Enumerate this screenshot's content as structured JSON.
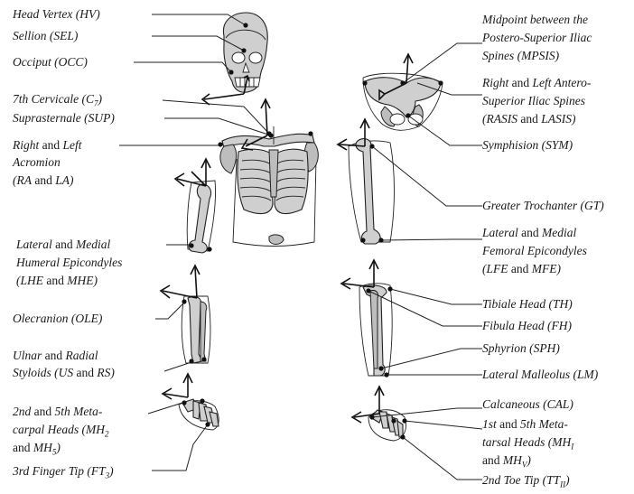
{
  "left_labels": [
    {
      "id": "hv",
      "lines": [
        [
          "it",
          "Head Vertex (HV)"
        ]
      ]
    },
    {
      "id": "sel",
      "lines": [
        [
          "it",
          "Sellion (SEL)"
        ]
      ]
    },
    {
      "id": "occ",
      "lines": [
        [
          "it",
          "Occiput (OCC)"
        ]
      ]
    },
    {
      "id": "c7",
      "lines": [
        [
          "it",
          "7th Cervicale (C"
        ],
        [
          "sub",
          "7"
        ],
        [
          "it",
          ")"
        ]
      ]
    },
    {
      "id": "sup",
      "lines": [
        [
          "it",
          "Suprasternale (SUP)"
        ]
      ]
    },
    {
      "id": "acr1",
      "lines": [
        [
          "it",
          "Right"
        ],
        [
          "n",
          " and "
        ],
        [
          "it",
          "Left"
        ]
      ]
    },
    {
      "id": "acr2",
      "lines": [
        [
          "it",
          "Acromion"
        ]
      ]
    },
    {
      "id": "acr3",
      "lines": [
        [
          "it",
          "(RA"
        ],
        [
          "n",
          " and "
        ],
        [
          "it",
          "LA)"
        ]
      ]
    },
    {
      "id": "lhe1",
      "lines": [
        [
          "it",
          "Lateral"
        ],
        [
          "n",
          " and "
        ],
        [
          "it",
          "Medial"
        ]
      ]
    },
    {
      "id": "lhe2",
      "lines": [
        [
          "it",
          "Humeral Epicondyles"
        ]
      ]
    },
    {
      "id": "lhe3",
      "lines": [
        [
          "it",
          "(LHE"
        ],
        [
          "n",
          " and "
        ],
        [
          "it",
          "MHE)"
        ]
      ]
    },
    {
      "id": "ole",
      "lines": [
        [
          "it",
          "Olecranion (OLE)"
        ]
      ]
    },
    {
      "id": "us1",
      "lines": [
        [
          "it",
          "Ulnar"
        ],
        [
          "n",
          " and "
        ],
        [
          "it",
          "Radial"
        ]
      ]
    },
    {
      "id": "us2",
      "lines": [
        [
          "it",
          "Styloids (US"
        ],
        [
          "n",
          " and "
        ],
        [
          "it",
          "RS)"
        ]
      ]
    },
    {
      "id": "mh1",
      "lines": [
        [
          "it",
          "2nd"
        ],
        [
          "n",
          " and "
        ],
        [
          "it",
          "5th Meta-"
        ]
      ]
    },
    {
      "id": "mh2",
      "lines": [
        [
          "it",
          "carpal Heads (MH"
        ],
        [
          "sub",
          "2"
        ]
      ]
    },
    {
      "id": "mh3",
      "lines": [
        [
          "n",
          "and "
        ],
        [
          "it",
          "MH"
        ],
        [
          "sub",
          "5"
        ],
        [
          "it",
          ")"
        ]
      ]
    },
    {
      "id": "ft3",
      "lines": [
        [
          "it",
          "3rd Finger Tip (FT"
        ],
        [
          "sub",
          "3"
        ],
        [
          "it",
          ")"
        ]
      ]
    }
  ],
  "right_labels": [
    {
      "id": "mps1",
      "lines": [
        [
          "it",
          "Midpoint between the"
        ]
      ]
    },
    {
      "id": "mps2",
      "lines": [
        [
          "it",
          "Postero-Superior Iliac"
        ]
      ]
    },
    {
      "id": "mps3",
      "lines": [
        [
          "it",
          "Spines (MPSIS)"
        ]
      ]
    },
    {
      "id": "ras1",
      "lines": [
        [
          "it",
          "Right"
        ],
        [
          "n",
          " and "
        ],
        [
          "it",
          "Left Antero-"
        ]
      ]
    },
    {
      "id": "ras2",
      "lines": [
        [
          "it",
          "Superior Iliac Spines"
        ]
      ]
    },
    {
      "id": "ras3",
      "lines": [
        [
          "it",
          "(RASIS"
        ],
        [
          "n",
          " and "
        ],
        [
          "it",
          "LASIS)"
        ]
      ]
    },
    {
      "id": "sym",
      "lines": [
        [
          "it",
          "Symphision (SYM)"
        ]
      ]
    },
    {
      "id": "gt",
      "lines": [
        [
          "it",
          "Greater Trochanter (GT)"
        ]
      ]
    },
    {
      "id": "lfe1",
      "lines": [
        [
          "it",
          "Lateral"
        ],
        [
          "n",
          " and "
        ],
        [
          "it",
          "Medial"
        ]
      ]
    },
    {
      "id": "lfe2",
      "lines": [
        [
          "it",
          "Femoral Epicondyles"
        ]
      ]
    },
    {
      "id": "lfe3",
      "lines": [
        [
          "it",
          "(LFE"
        ],
        [
          "n",
          " and "
        ],
        [
          "it",
          "MFE)"
        ]
      ]
    },
    {
      "id": "th",
      "lines": [
        [
          "it",
          "Tibiale Head (TH)"
        ]
      ]
    },
    {
      "id": "fh",
      "lines": [
        [
          "it",
          "Fibula Head (FH)"
        ]
      ]
    },
    {
      "id": "sph",
      "lines": [
        [
          "it",
          "Sphyrion (SPH)"
        ]
      ]
    },
    {
      "id": "lm",
      "lines": [
        [
          "it",
          "Lateral Malleolus (LM)"
        ]
      ]
    },
    {
      "id": "cal",
      "lines": [
        [
          "it",
          "Calcaneous (CAL)"
        ]
      ]
    },
    {
      "id": "mt1",
      "lines": [
        [
          "it",
          "1st"
        ],
        [
          "n",
          " and "
        ],
        [
          "it",
          "5th Meta-"
        ]
      ]
    },
    {
      "id": "mt2",
      "lines": [
        [
          "it",
          "tarsal Heads (MH"
        ],
        [
          "sub",
          "I"
        ]
      ]
    },
    {
      "id": "mt3",
      "lines": [
        [
          "n",
          "and "
        ],
        [
          "it",
          "MH"
        ],
        [
          "sub",
          "V"
        ],
        [
          "it",
          ")"
        ]
      ]
    },
    {
      "id": "tt",
      "lines": [
        [
          "it",
          "2nd Toe Tip (TT"
        ],
        [
          "sub",
          "II"
        ],
        [
          "it",
          ")"
        ]
      ]
    }
  ]
}
